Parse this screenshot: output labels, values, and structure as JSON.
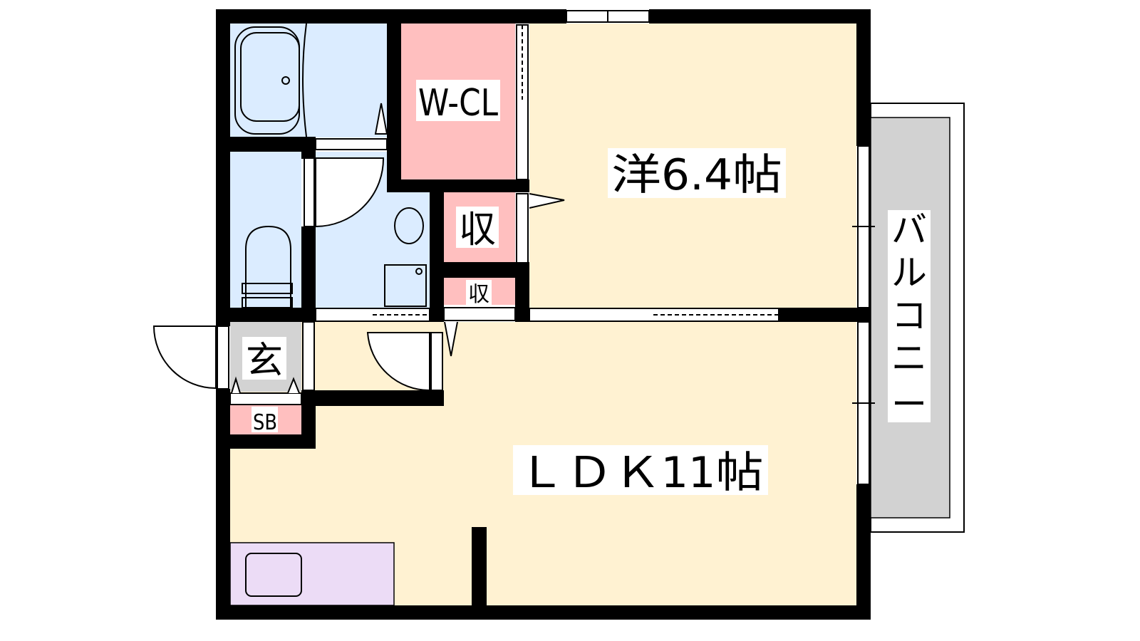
{
  "floorplan": {
    "rooms": {
      "western": "洋6.4帖",
      "ldk": "ＬＤＫ11帖",
      "walk_in_closet": "W-CL",
      "storage_large": "収",
      "storage_small": "収",
      "entrance": "玄",
      "shoe_box": "SB",
      "balcony": [
        "バ",
        "ル",
        "コ",
        "ニ",
        "ー"
      ]
    },
    "colors": {
      "wet_area": "#dbecff",
      "storage": "#ffbfbf",
      "living": "#fff2d2",
      "entrance": "#d3d3d3",
      "kitchen": "#ecdcf6",
      "balcony": "#d2d2d2",
      "wall": "#000000"
    }
  }
}
